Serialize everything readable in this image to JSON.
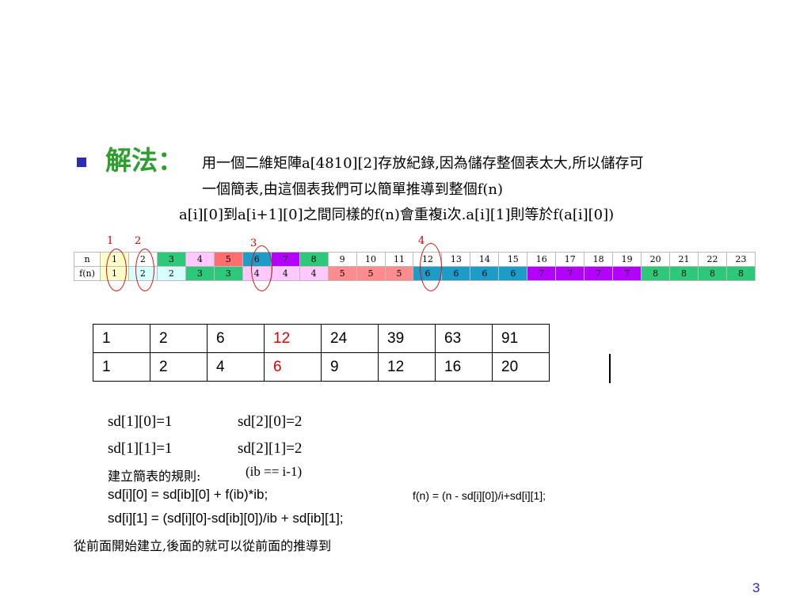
{
  "heading": {
    "title": "解法：",
    "line1": "用一個二維矩陣a[4810][2]存放紀錄,因為儲存整個表太大,所以儲存可",
    "line2": "一個簡表,由這個表我們可以簡單推導到整個f(n)",
    "line3": "a[i][0]到a[i+1][0]之間同樣的f(n)會重複i次.a[i][1]則等於f(a[i][0])"
  },
  "strip": {
    "n_label": "n",
    "f_label": "f(n)",
    "n_values": [
      "1",
      "2",
      "3",
      "4",
      "5",
      "6",
      "7",
      "8",
      "9",
      "10",
      "11",
      "12",
      "13",
      "14",
      "15",
      "16",
      "17",
      "18",
      "19",
      "20",
      "21",
      "22",
      "23"
    ],
    "n_colors": [
      "#ffffc8",
      "#ffffff",
      "#2ec87a",
      "#ffc8ff",
      "#ff6e6e",
      "#1e9cc8",
      "#b400ff",
      "#2ec87a",
      "#ffffff",
      "#ffffff",
      "#ffffff",
      "#ffffff",
      "#ffffff",
      "#ffffff",
      "#ffffff",
      "#ffffff",
      "#ffffff",
      "#ffffff",
      "#ffffff",
      "#ffffff",
      "#ffffff",
      "#ffffff",
      "#ffffff"
    ],
    "f_values": [
      "1",
      "2",
      "2",
      "3",
      "3",
      "4",
      "4",
      "4",
      "5",
      "5",
      "5",
      "6",
      "6",
      "6",
      "6",
      "7",
      "7",
      "7",
      "7",
      "8",
      "8",
      "8",
      "8"
    ],
    "f_colors": [
      "#ffffc8",
      "#d8ffff",
      "#d8ffff",
      "#2ec87a",
      "#2ec87a",
      "#ffc8ff",
      "#ffc8ff",
      "#ffc8ff",
      "#ff8c8c",
      "#ff8c8c",
      "#ff8c8c",
      "#1e9cc8",
      "#1e9cc8",
      "#1e9cc8",
      "#1e9cc8",
      "#b400ff",
      "#b400ff",
      "#b400ff",
      "#b400ff",
      "#2ec87a",
      "#2ec87a",
      "#2ec87a",
      "#2ec87a"
    ],
    "markers": [
      "1",
      "2",
      "3",
      "4"
    ]
  },
  "table": {
    "row1": [
      "1",
      "2",
      "6",
      "12",
      "24",
      "39",
      "63",
      "91"
    ],
    "row2": [
      "1",
      "2",
      "4",
      "6",
      "9",
      "12",
      "16",
      "20"
    ],
    "red_col": 3
  },
  "notes": {
    "sd10": "sd[1][0]=1",
    "sd20": "sd[2][0]=2",
    "sd11": "sd[1][1]=1",
    "sd21": "sd[2][1]=2",
    "rule_label": "建立簡表的規則:",
    "rule_cond": "(ib == i-1)",
    "code1": "sd[i][0] = sd[ib][0] + f(ib)*ib;",
    "formula": "f(n) = (n - sd[i][0])/i+sd[i][1];",
    "code2": "sd[i][1] = (sd[i][0]-sd[ib][0])/ib + sd[ib][1];",
    "footer": "從前面開始建立,後面的就可以從前面的推導到"
  },
  "page_number": "3"
}
